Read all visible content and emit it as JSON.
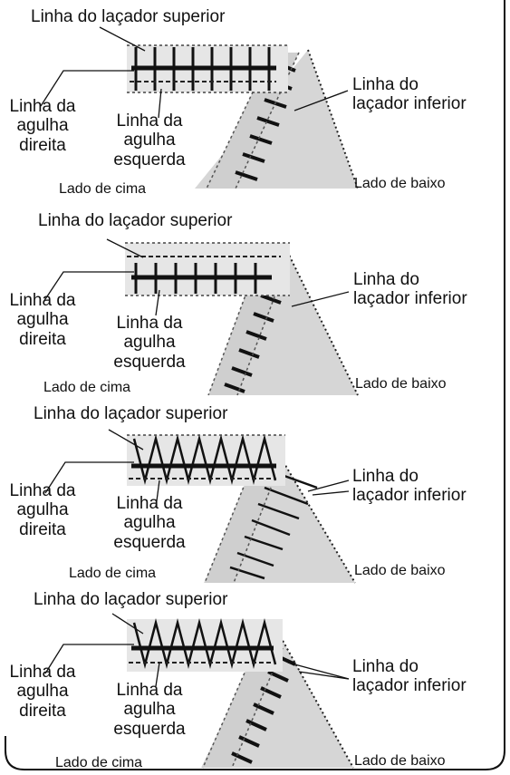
{
  "panels": [
    {
      "id": "panel-1",
      "upper_looper": "Linha do laçador superior",
      "right_needle": [
        "Linha da",
        "agulha",
        "direita"
      ],
      "left_needle": [
        "Linha da",
        "agulha",
        "esquerda"
      ],
      "lower_looper": [
        "Linha do",
        "laçador inferior"
      ],
      "top_side": "Lado de cima",
      "bottom_side": "Lado de baixo"
    },
    {
      "id": "panel-2",
      "upper_looper": "Linha do laçador superior",
      "right_needle": [
        "Linha da",
        "agulha",
        "direita"
      ],
      "left_needle": [
        "Linha da",
        "agulha",
        "esquerda"
      ],
      "lower_looper": [
        "Linha do",
        "laçador inferior"
      ],
      "top_side": "Lado de cima",
      "bottom_side": "Lado de baixo"
    },
    {
      "id": "panel-3",
      "upper_looper": "Linha do laçador superior",
      "right_needle": [
        "Linha da",
        "agulha",
        "direita"
      ],
      "left_needle": [
        "Linha da",
        "agulha",
        "esquerda"
      ],
      "lower_looper": [
        "Linha do",
        "laçador inferior"
      ],
      "top_side": "Lado de cima",
      "bottom_side": "Lado de baixo"
    },
    {
      "id": "panel-4",
      "upper_looper": "Linha do laçador superior",
      "right_needle": [
        "Linha da",
        "agulha",
        "direita"
      ],
      "left_needle": [
        "Linha da",
        "agulha",
        "esquerda"
      ],
      "lower_looper": [
        "Linha do",
        "laçador inferior"
      ],
      "top_side": "Lado de cima",
      "bottom_side": "Lado de baixo"
    }
  ]
}
